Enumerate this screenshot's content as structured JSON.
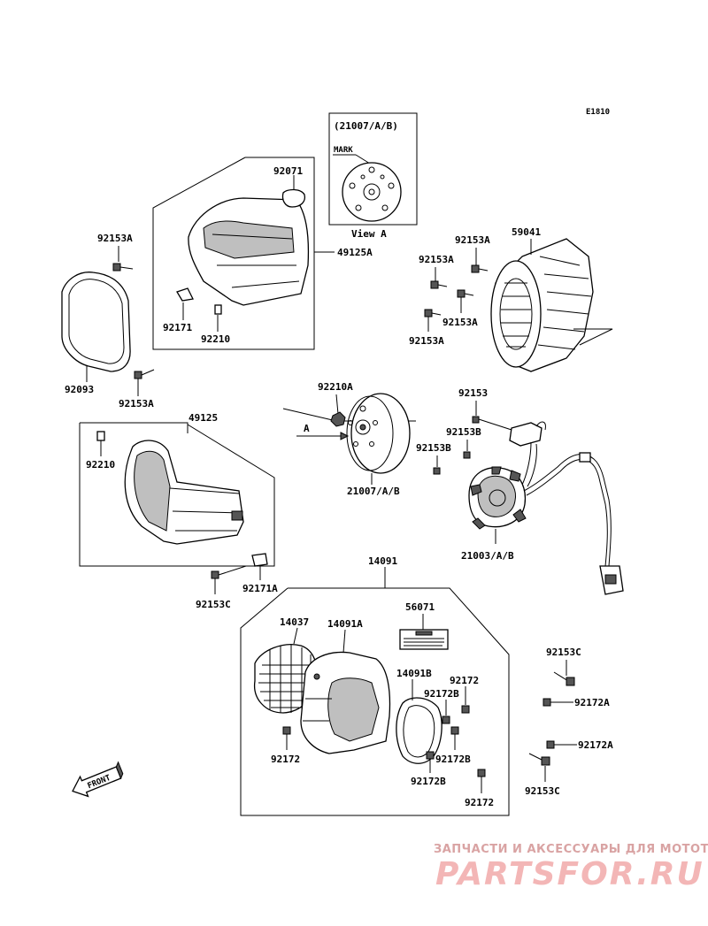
{
  "diagram": {
    "code": "E1810",
    "view": {
      "header": "(21007/A/B)",
      "mark": "MARK",
      "caption": "View A",
      "arrow_label": "A"
    },
    "labels": {
      "p92071": "92071",
      "p49125A": "49125A",
      "p92153A_1": "92153A",
      "p92171": "92171",
      "p92210_1": "92210",
      "p92093": "92093",
      "p92153A_2": "92153A",
      "p59041": "59041",
      "p92153A_3": "92153A",
      "p92153A_4": "92153A",
      "p92153A_5": "92153A",
      "p92153A_6": "92153A",
      "p92210A": "92210A",
      "p21007": "21007/A/B",
      "p92153": "92153",
      "p92153B_1": "92153B",
      "p92153B_2": "92153B",
      "p21003": "21003/A/B",
      "p49125": "49125",
      "p92210_2": "92210",
      "p92171A": "92171A",
      "p92153C_1": "92153C",
      "p14091": "14091",
      "p14037": "14037",
      "p14091A": "14091A",
      "p56071": "56071",
      "p14091B": "14091B",
      "p92172_1": "92172",
      "p92172B_1": "92172B",
      "p92172_2": "92172",
      "p92172B_2": "92172B",
      "p92172B_3": "92172B",
      "p92172_3": "92172",
      "p92153C_2": "92153C",
      "p92172A_1": "92172A",
      "p92172A_2": "92172A",
      "p92153C_3": "92153C"
    },
    "front_label": "FRONT"
  },
  "watermark": {
    "line1": "ЗАПЧАСТИ И АКСЕССУАРЫ ДЛЯ МОТОТЕХНИКИ",
    "line2": "PARTSFOR.RU"
  },
  "colors": {
    "line": "#000000",
    "background": "#ffffff",
    "watermark": "#f3b6b6"
  }
}
